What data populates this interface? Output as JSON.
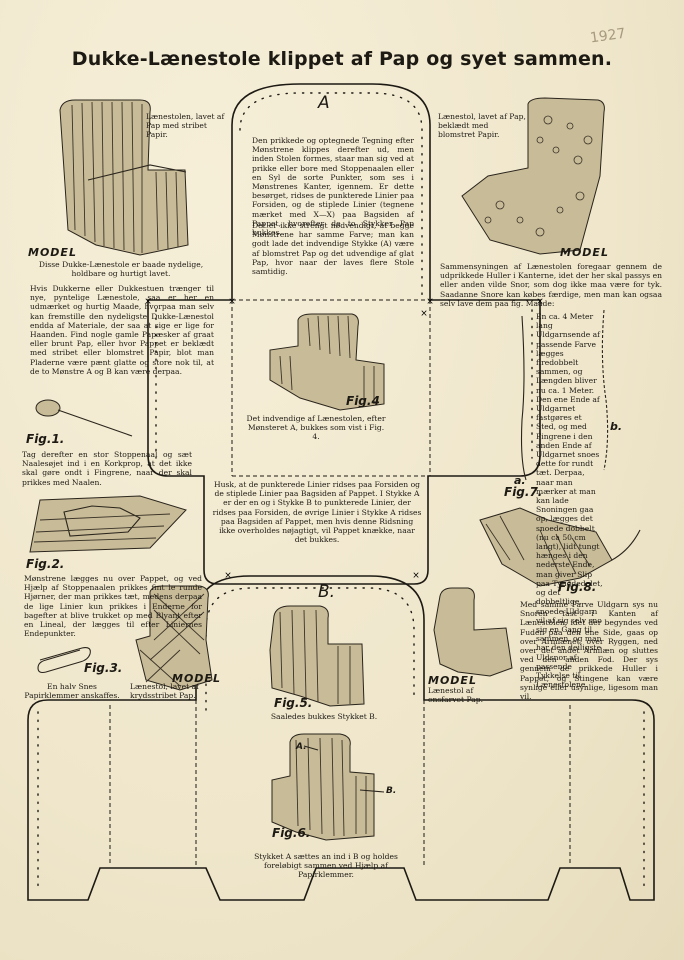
{
  "page": {
    "title": "Dukke-Lænestole klippet af Pap og syet sammen.",
    "year_note": "1927"
  },
  "labels": {
    "A": "A",
    "B": "B.",
    "model_1": "MODEL",
    "model_2": "MODEL",
    "model_3": "MODEL",
    "model_4": "MODEL",
    "fig1": "Fig.1.",
    "fig2": "Fig.2.",
    "fig3": "Fig.3.",
    "fig4": "Fig.4",
    "fig5": "Fig.5.",
    "fig6": "Fig.6.",
    "fig7": "Fig.7.",
    "fig8": "Fig.8.",
    "fig7_a": "a.",
    "fig7_b": "b.",
    "fig6_A": "A.",
    "fig6_B": "B."
  },
  "captions": {
    "model_striped": "Lænestolen, lavet af Pap med stribet Papir.",
    "model_flowered": "Lænestol, lavet af Pap, beklædt med blomstret Papir.",
    "model_crossstriped": "Lænestol, lavet af krydsstribet Pap.",
    "model_plain": "Lænestol af ensfarvet Pap.",
    "fig4": "Det indvendige af Lænestolen, efter Mønsteret A, bukkes som vist i Fig. 4.",
    "fig5": "Saaledes bukkes Stykket B.",
    "fig6": "Stykket A sættes an ind i B og holdes foreløbigt sammen ved Hjælp af Papirklemmer."
  },
  "text": {
    "intro_left": "Disse Dukke-Lænestole er baade nydelige, holdbare og hurtigt lavet.",
    "col_left_1": "Hvis Dukkerne eller Dukkestuen trænger til nye, pyntelige Lænestole, saa er her en udmærket og hurtig Maade, hvorpaa man selv kan fremstille den nydeligste Dukke-Lænestol endda af Materiale, der saa at sige er lige for Haanden. Find nogle gamle Papæsker af graat eller brunt Pap, eller hvor Pappet er beklædt med stribet eller blomstret Papir, blot man Pladerne være pænt glatte og store nok til, at de to Mønstre A og B kan være derpaa.",
    "col_left_2": "Tag derefter en stor Stoppenaal og sæt Naalesøjet ind i en Korkprop, at det ikke skal gøre ondt i Fingrene, naar der skal prikkes med Naalen.",
    "col_left_3": "Mønstrene lægges nu over Pappet, og ved Hjælp af Stoppenaalen prikkes fint le runde Hjørner, der man prikkes tæt, medens derpaa de lige Linier kun prikkes i Enderne for bagefter at blive trukket op med Blyant efter en Lineal, der lægges til efter Liniernes Endepunkter.",
    "col_left_4": "En halv Snes Papirklemmer anskaffes.",
    "center_A": "Den prikkede og optegnede Tegning efter Mønstrene klippes derefter ud, men inden Stolen formes, staar man sig ved at prikke eller bore med Stoppenaalen eller en Syl de sorte Punkter, som ses i Mønstrenes Kanter, igennem. Er dette besørget, ridses de punkterede Linier paa Forsiden, og de stiplede Linier (tegnene mærket med X—X) paa Bagsiden af Pappet, hvorefter de to Stykker Pap bukkes.",
    "center_A2": "Det er ikke strengt nødvendigt, at begge Mønstrene har samme Farve; man kan godt lade det indvendige Stykke (A) være af blomstret Pap og det udvendige af glat Pap, hvor naar der laves flere Stole samtidig.",
    "center_mid": "Husk, at de punkterede Linier ridses paa Forsiden og de stiplede Linier paa Bagsiden af Pappet. I Stykke A er der en og i Stykke B to punkterede Linier, der ridses paa Forsiden, de øvrige Linier i Stykke A ridses paa Bagsiden af Pappet, men hvis denne Ridsning ikke overholdes nøjagtigt, vil Pappet knække, naar det bukkes.",
    "right_1": "Sammensyningen af Lænestolen foregaar gennem de udprikkede Huller i Kanterne, idet der her skal passys en eller anden vilde Snor, som dog ikke maa være for tyk. Saadanne Snore kan købes færdige, men man kan ogsaa selv lave dem paa fig. Maade:",
    "right_2": "En ca. 4 Meter lang Uldgarnsende af passende Farve lægges firedobbelt sammen, og Længden bliver nu ca. 1 Meter. Den ene Ende af Uldgarnet fastgøres et Sted, og med Fingrene i den anden Ende af Uldgarnet snoes dette for rundt tæt. Derpaa, naar man mærker at man kan lade Snoningen gaa op, lægges det snoede dobbelt (nu ca 50 cm langt), lidt tungt hænges i den nederste Ende, man giver Slip paa Tyngdedelet, og det dobbeltlige, snoede Uldgarn vil af sig selv sno sig en Gang til sammen, og man har den deiligste Uldsnor af passende Tykkelse til Lænestolene.",
    "right_3": "Med samme Farve Uldgarn sys nu Snoren fast i Kanten af Lænestolen, idet der begyndes ved Fuden paa den ene Side, gaas op over Armlænet, over Ryggen, ned over det andet Armlæn og sluttes ved den anden Fod. Der sys gennem de prikkede Huller i Pappet, og Stingene kan være synlige eller usynlige, ligesom man vil."
  }
}
